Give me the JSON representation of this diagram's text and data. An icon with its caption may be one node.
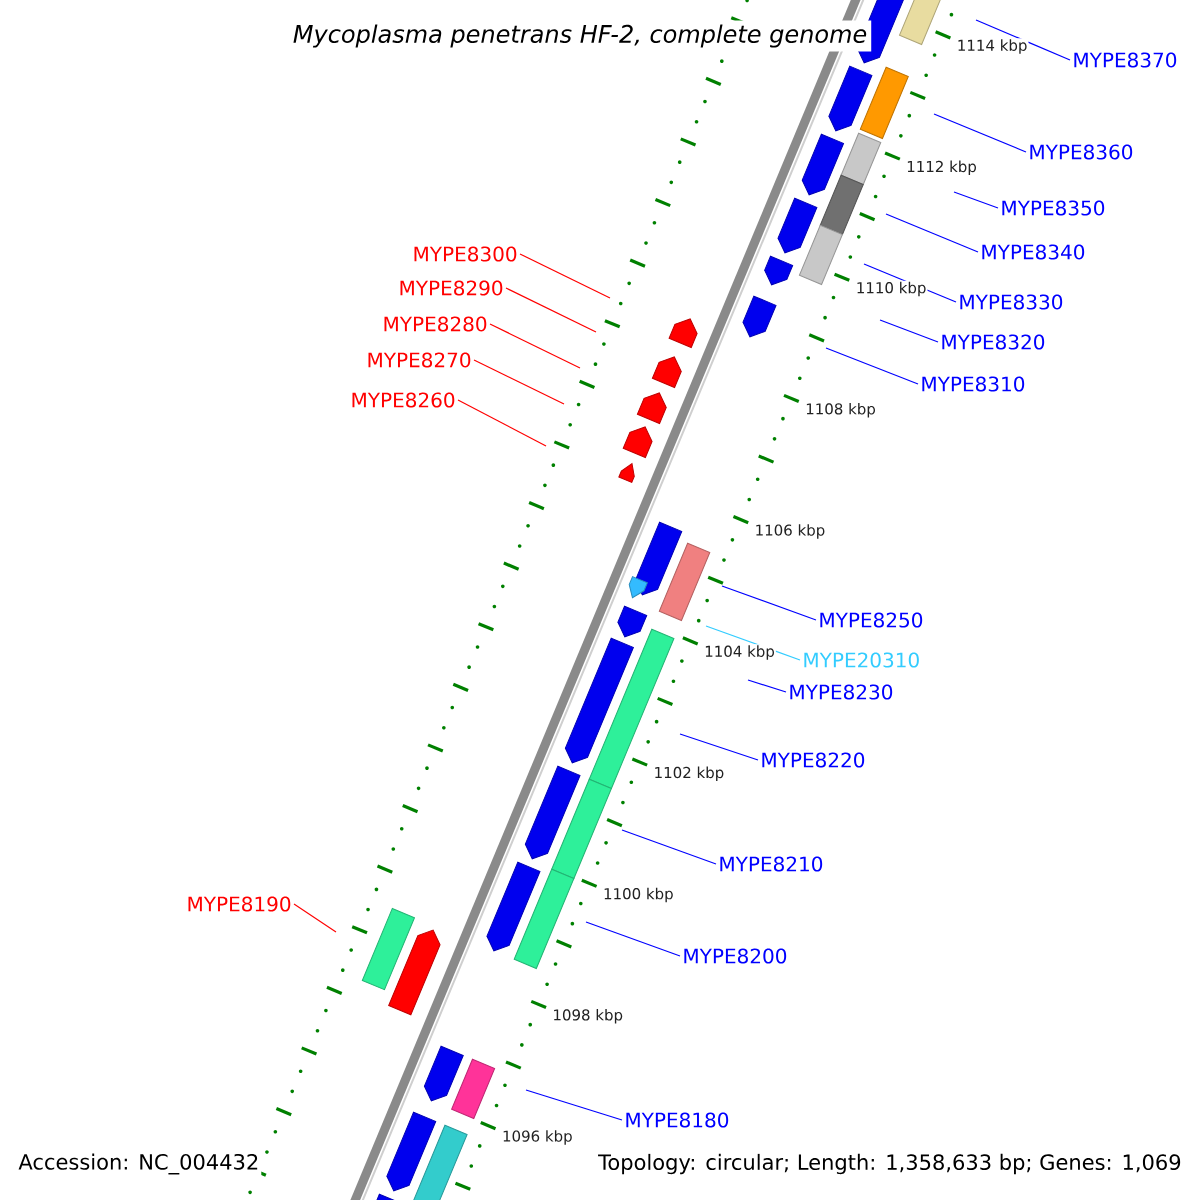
{
  "diagram": {
    "title": "Mycoplasma penetrans HF-2, complete genome",
    "nodes": [
      {
        "text": [
          "MYPE8370"
        ]
      },
      {
        "text": [
          "MYPE8360"
        ]
      },
      {
        "text": [
          "MYPE8350"
        ]
      },
      {
        "text": [
          "MYPE8340"
        ]
      },
      {
        "text": [
          "MYPE8300"
        ]
      },
      {
        "text": [
          "MYPE8290"
        ]
      },
      {
        "text": [
          "MYPE8330"
        ]
      },
      {
        "text": [
          "MYPE8280"
        ]
      },
      {
        "text": [
          "MYPE8320"
        ]
      },
      {
        "text": [
          "MYPE8270"
        ]
      },
      {
        "text": [
          "MYPE8310"
        ]
      },
      {
        "text": [
          "MYPE8260"
        ]
      },
      {
        "text": [
          "MYPE8250"
        ]
      },
      {
        "text": [
          "MYPE20310"
        ]
      },
      {
        "text": [
          "MYPE8230"
        ]
      },
      {
        "text": [
          "MYPE8220"
        ]
      },
      {
        "text": [
          "MYPE8210"
        ]
      },
      {
        "text": [
          "MYPE8190"
        ]
      },
      {
        "text": [
          "MYPE8200"
        ]
      },
      {
        "text": [
          "MYPE8180"
        ]
      }
    ],
    "edges": [
      {
        "from": 0,
        "to": null,
        "arrow": "none"
      },
      {
        "from": 1,
        "to": null,
        "arrow": "none"
      },
      {
        "from": 2,
        "to": null,
        "arrow": "none"
      },
      {
        "from": 3,
        "to": null,
        "arrow": "none"
      },
      {
        "from": 4,
        "to": null,
        "arrow": "none",
        "color": "#ff0000"
      },
      {
        "from": 5,
        "to": null,
        "arrow": "none",
        "color": "#ff0000"
      },
      {
        "from": 6,
        "to": null,
        "arrow": "none"
      },
      {
        "from": 7,
        "to": null,
        "arrow": "none",
        "color": "#ff0000"
      },
      {
        "from": 8,
        "to": null,
        "arrow": "none"
      },
      {
        "from": 9,
        "to": null,
        "arrow": "none",
        "color": "#ff0000"
      },
      {
        "from": 10,
        "to": null,
        "arrow": "none"
      },
      {
        "from": 11,
        "to": null,
        "arrow": "none",
        "color": "#ff0000"
      },
      {
        "from": 12,
        "to": null,
        "arrow": "none"
      },
      {
        "from": 13,
        "to": null,
        "arrow": "none",
        "color": "#33ccff"
      },
      {
        "from": 14,
        "to": null,
        "arrow": "none"
      },
      {
        "from": 15,
        "to": null,
        "arrow": "none"
      },
      {
        "from": 16,
        "to": null,
        "arrow": "none"
      },
      {
        "from": 17,
        "to": null,
        "arrow": "none",
        "color": "#ff0000"
      },
      {
        "from": 18,
        "to": null,
        "arrow": "none"
      },
      {
        "from": 19,
        "to": null,
        "arrow": "none"
      }
    ],
    "labels": [
      "1114 kbp",
      "1112 kbp",
      "1110 kbp",
      "1108 kbp",
      "1106 kbp",
      "1104 kbp",
      "1102 kbp",
      "1100 kbp",
      "1098 kbp",
      "1096 kbp",
      "Accession: NC_004432",
      "Topology: circular; Length: 1,358,633 bp; Genes: 1,069"
    ]
  }
}
